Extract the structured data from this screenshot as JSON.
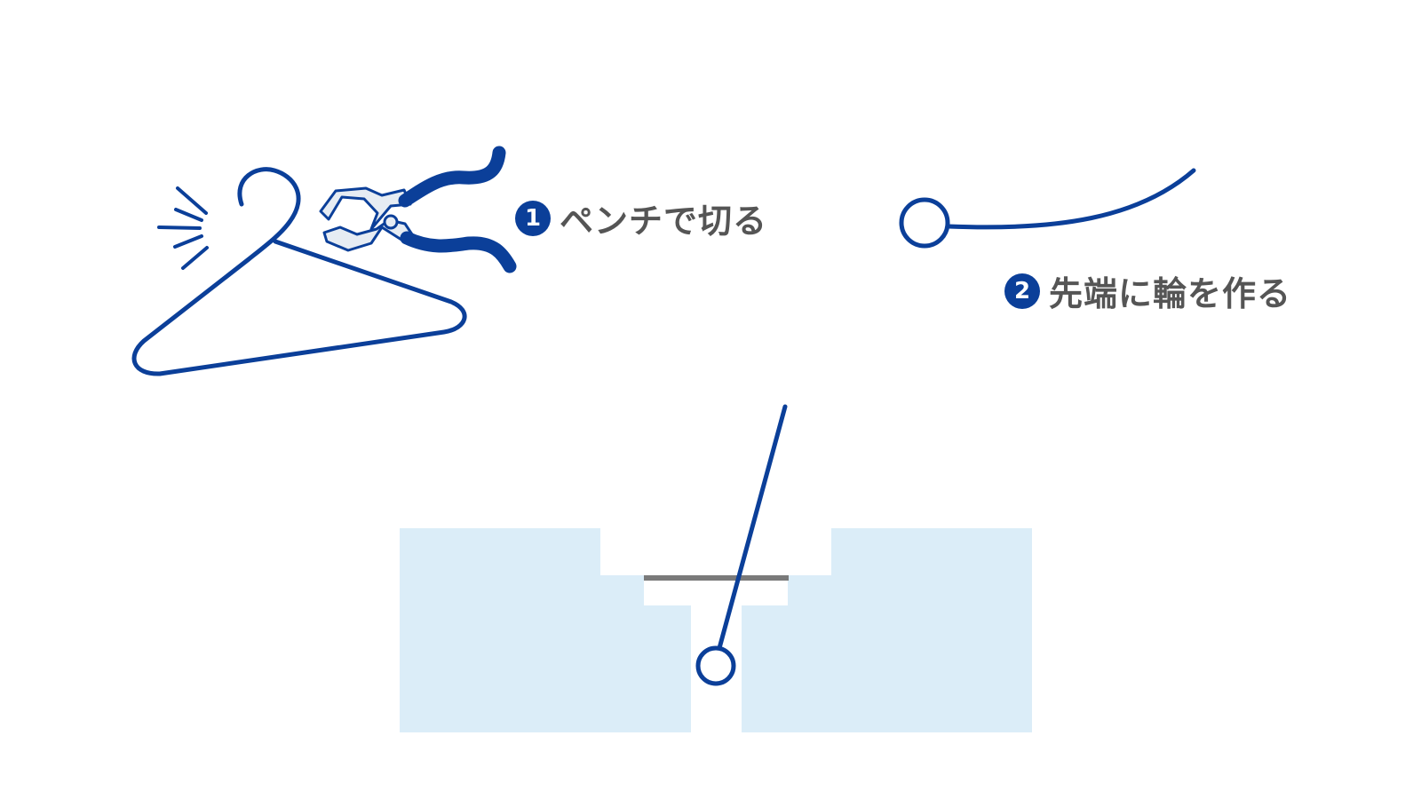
{
  "colors": {
    "wire": "#0b3f99",
    "text": "#555555",
    "badge": "#0b3f99",
    "grip": "#0b3f99",
    "plier_jaw_fill": "#e6ecf3",
    "gap_fill": "#dbedf8",
    "rod": "#7a7a7a",
    "background": "#ffffff"
  },
  "steps": [
    {
      "number": "1",
      "text": "ペンチで切る"
    },
    {
      "number": "2",
      "text": "先端に輪を作る"
    }
  ],
  "icons": {
    "hanger": "hanger-icon",
    "pliers": "pliers-icon",
    "motion_lines": "snip-motion-lines-icon",
    "wire_loop": "wire-loop-icon"
  }
}
